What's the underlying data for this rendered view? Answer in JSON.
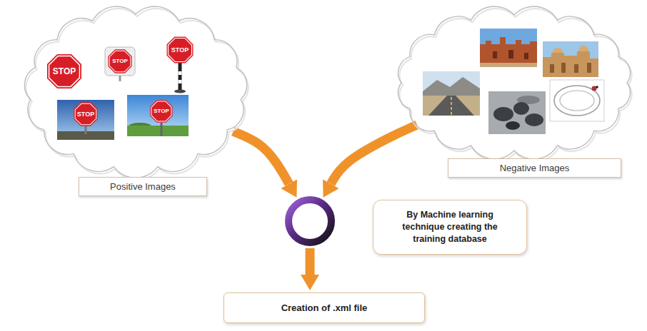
{
  "diagram": {
    "nodes": [
      {
        "text": [
          "Positive Images"
        ]
      },
      {
        "text": [
          "Negative Images"
        ]
      },
      {
        "text": [
          "By Machine learning technique creating the training database"
        ]
      },
      {
        "text": [
          "Creation of .xml file"
        ]
      }
    ],
    "edges": [
      {
        "from": 0,
        "to": 2,
        "arrow": "to"
      },
      {
        "from": 1,
        "to": 2,
        "arrow": "to"
      },
      {
        "from": 2,
        "to": 3,
        "arrow": "to"
      }
    ],
    "labels": [
      "STOP",
      "STOP",
      "STOP",
      "STOP",
      "STOP"
    ]
  }
}
